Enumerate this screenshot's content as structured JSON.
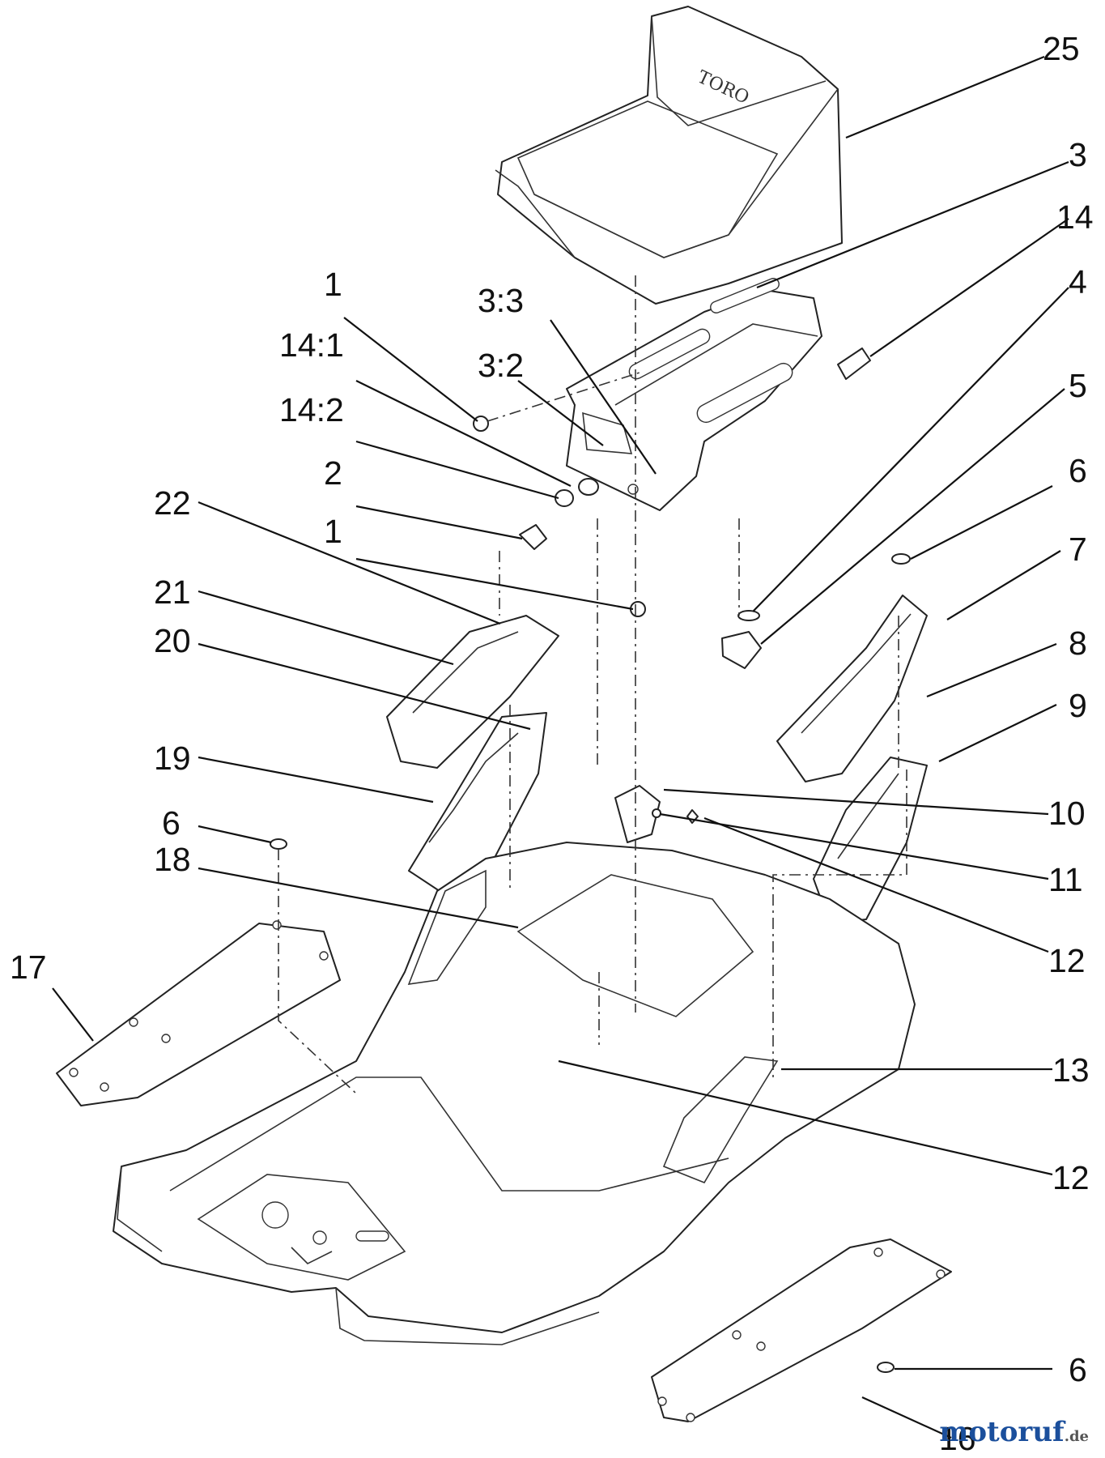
{
  "callouts": [
    {
      "label": "25"
    },
    {
      "label": "3"
    },
    {
      "label": "14"
    },
    {
      "label": "4"
    },
    {
      "label": "5"
    },
    {
      "label": "6"
    },
    {
      "label": "7"
    },
    {
      "label": "8"
    },
    {
      "label": "9"
    },
    {
      "label": "10"
    },
    {
      "label": "11"
    },
    {
      "label": "12"
    },
    {
      "label": "13"
    },
    {
      "label": "12"
    },
    {
      "label": "6"
    },
    {
      "label": "16"
    },
    {
      "label": "1"
    },
    {
      "label": "14:1"
    },
    {
      "label": "14:2"
    },
    {
      "label": "2"
    },
    {
      "label": "1"
    },
    {
      "label": "22"
    },
    {
      "label": "21"
    },
    {
      "label": "20"
    },
    {
      "label": "19"
    },
    {
      "label": "6"
    },
    {
      "label": "18"
    },
    {
      "label": "17"
    },
    {
      "label": "3:3"
    },
    {
      "label": "3:2"
    }
  ],
  "seat_logo": "TORO",
  "watermark": {
    "brand": "motoruf",
    "tld": ".de"
  },
  "colors": {
    "line": "#222222",
    "watermark_blue": "#1b4f9c"
  }
}
